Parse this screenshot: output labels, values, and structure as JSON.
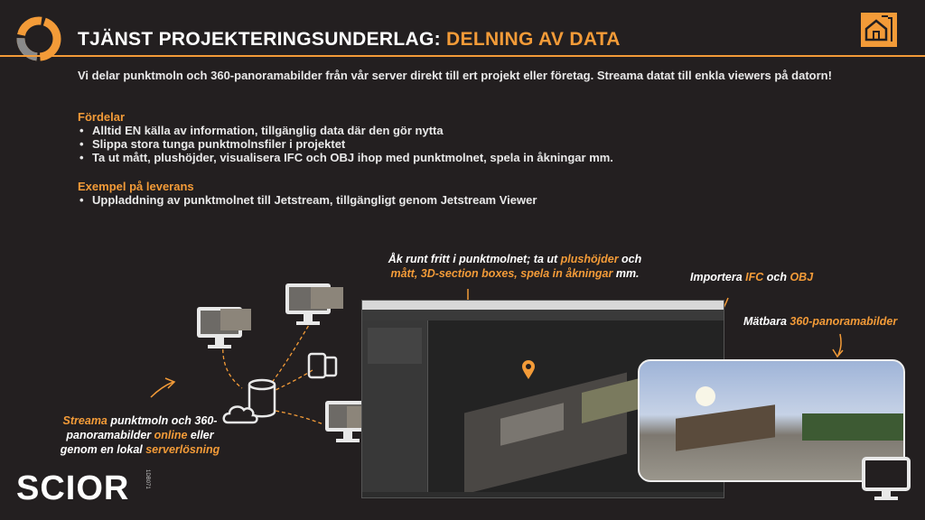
{
  "header": {
    "title_main": "TJÄNST PROJEKTERINGSUNDERLAG:",
    "title_accent": "DELNING AV DATA"
  },
  "intro": "Vi delar punktmoln och 360-panoramabilder från vår server direkt till ert projekt eller företag. Streama datat till enkla viewers på datorn!",
  "advantages": {
    "heading": "Fördelar",
    "items": [
      "Alltid EN källa av information, tillgänglig data där den gör nytta",
      "Slippa stora tunga punktmolnsfiler i projektet",
      "Ta ut mått, plushöjder, visualisera IFC och OBJ ihop med punktmolnet, spela in åkningar mm."
    ]
  },
  "examples": {
    "heading": "Exempel på leverans",
    "items": [
      "Uppladdning av punktmolnet till Jetstream, tillgängligt genom Jetstream Viewer"
    ]
  },
  "captions": {
    "center": {
      "p1": "Åk runt fritt i punktmolnet; ta ut ",
      "p2": "plushöjder",
      "p3": " och",
      "p4": "mått, 3D-section boxes, spela in åkningar",
      "p5": " mm."
    },
    "ifc": {
      "p1": "Importera ",
      "p2": "IFC",
      "p3": " och ",
      "p4": "OBJ"
    },
    "pano": {
      "p1": "Mätbara ",
      "p2": "360-panoramabilder"
    },
    "stream": {
      "p1": "Streama",
      "p2": " punktmoln och 360-",
      "p3": "panoramabilder ",
      "p4": "online",
      "p5": " eller",
      "p6": "genom en lokal ",
      "p7": "serverlösning"
    }
  },
  "logo": {
    "name": "SCIOR",
    "sub": "1DB071"
  },
  "colors": {
    "accent": "#f39b38",
    "background": "#231f20",
    "text": "#e8e8e8"
  },
  "icons": [
    "logo-ring-icon",
    "building-plan-icon",
    "monitor-icon",
    "tablet-icon",
    "database-cloud-icon",
    "map-pin-icon"
  ]
}
